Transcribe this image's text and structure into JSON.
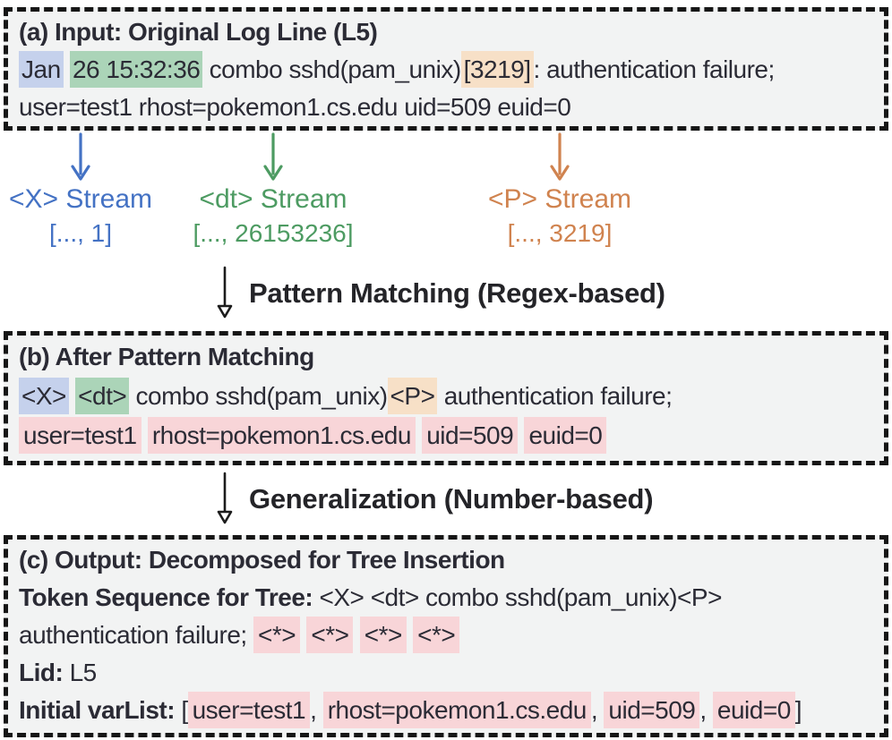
{
  "figure": {
    "box_a": {
      "title": "(a) Input: Original Log Line (L5)",
      "log": [
        {
          "text": "Jan",
          "hl": "blue"
        },
        {
          "text": " "
        },
        {
          "text": "26 15:32:36",
          "hl": "green"
        },
        {
          "text": " combo sshd(pam_unix)"
        },
        {
          "text": "[3219]",
          "hl": "orange"
        },
        {
          "text": ": authentication failure;"
        },
        {
          "br": true
        },
        {
          "text": "user=test1 rhost=pokemon1.cs.edu uid=509 euid=0"
        }
      ]
    },
    "streams": [
      {
        "label": "<X> Stream",
        "value": "[..., 1]",
        "color": "#4472c4"
      },
      {
        "label": "<dt> Stream",
        "value": "[..., 26153236]",
        "color": "#4d9b62"
      },
      {
        "label": "<P> Stream",
        "value": "[..., 3219]",
        "color": "#d0834f"
      }
    ],
    "steps": [
      {
        "label": "Pattern Matching (Regex-based)"
      },
      {
        "label": "Generalization (Number-based)"
      }
    ],
    "box_b": {
      "title": "(b) After Pattern Matching",
      "log": [
        {
          "text": "<X>",
          "hl": "blue"
        },
        {
          "text": " "
        },
        {
          "text": "<dt>",
          "hl": "green"
        },
        {
          "text": " combo sshd(pam_unix)"
        },
        {
          "text": "<P>",
          "hl": "orange"
        },
        {
          "text": " authentication failure;"
        },
        {
          "br": true
        },
        {
          "text": "user=test1",
          "hl": "pink"
        },
        {
          "text": " "
        },
        {
          "text": "rhost=pokemon1.cs.edu",
          "hl": "pink"
        },
        {
          "text": " "
        },
        {
          "text": "uid=509",
          "hl": "pink"
        },
        {
          "text": " "
        },
        {
          "text": "euid=0",
          "hl": "pink"
        }
      ]
    },
    "box_c": {
      "title": "(c) Output: Decomposed for Tree Insertion",
      "token_line": [
        {
          "text": "Token Sequence for Tree:",
          "bold": true
        },
        {
          "text": " <X> <dt> combo sshd(pam_unix)<P>"
        },
        {
          "br": true
        },
        {
          "text": "authentication failure; "
        },
        {
          "text": "<*>",
          "hl": "pink"
        },
        {
          "text": " "
        },
        {
          "text": "<*>",
          "hl": "pink"
        },
        {
          "text": " "
        },
        {
          "text": "<*>",
          "hl": "pink"
        },
        {
          "text": " "
        },
        {
          "text": "<*>",
          "hl": "pink"
        }
      ],
      "lid_line": [
        {
          "text": "Lid:",
          "bold": true
        },
        {
          "text": " L5"
        }
      ],
      "varlist_line": [
        {
          "text": "Initial varList:",
          "bold": true
        },
        {
          "text": " ["
        },
        {
          "text": "user=test1",
          "hl": "pink"
        },
        {
          "text": ", "
        },
        {
          "text": "rhost=pokemon1.cs.edu",
          "hl": "pink"
        },
        {
          "text": ", "
        },
        {
          "text": "uid=509",
          "hl": "pink"
        },
        {
          "text": ", "
        },
        {
          "text": "euid=0",
          "hl": "pink"
        },
        {
          "text": "]"
        }
      ]
    },
    "colors": {
      "highlight_blue": "#c5d1ec",
      "highlight_green": "#abd4b8",
      "highlight_orange": "#f7e0c7",
      "highlight_pink": "#f8d5d8",
      "stream_blue": "#4472c4",
      "stream_green": "#4d9b62",
      "stream_orange": "#d0834f",
      "text": "#2b2b35",
      "box_background": "#f2f3f3",
      "border": "#161616"
    }
  }
}
